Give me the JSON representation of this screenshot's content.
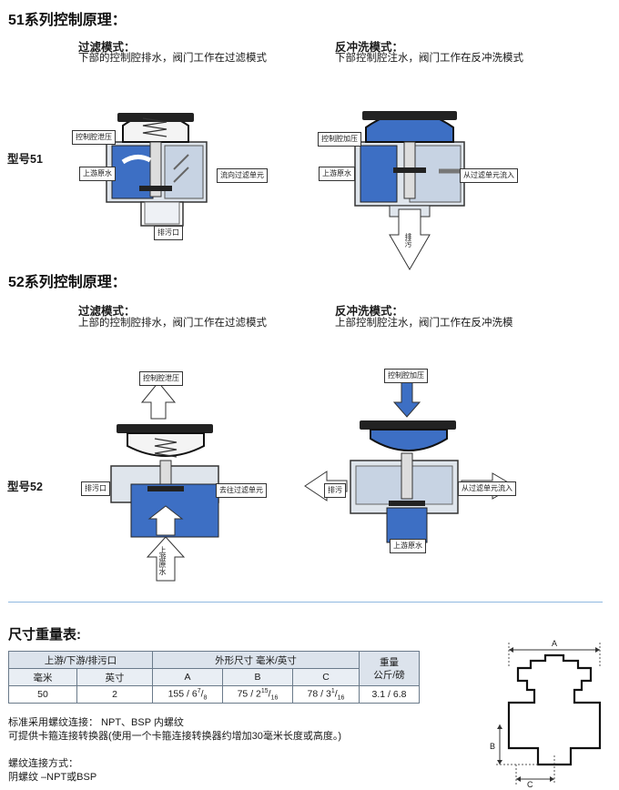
{
  "s51": {
    "title": "51系列控制原理：",
    "model": "型号51",
    "left": {
      "title": "过滤模式：",
      "desc": "下部的控制腔排水，阀门工作在过滤模式"
    },
    "right": {
      "title": "反冲洗模式：",
      "desc": "下部控制腔注水，阀门工作在反冲洗模式"
    },
    "labels": {
      "ctrl_release": "控制腔泄压",
      "upstream_l": "上游原水",
      "to_filter": "流向过滤单元",
      "drain_port": "排污口",
      "ctrl_pressure": "控制腔加压",
      "upstream_r": "上游原水",
      "from_filter": "从过滤单元流入",
      "drain": "排污"
    }
  },
  "s52": {
    "title": "52系列控制原理：",
    "model": "型号52",
    "left": {
      "title": "过滤模式：",
      "desc": "上部的控制腔排水，阀门工作在过滤模式"
    },
    "right": {
      "title": "反冲洗模式：",
      "desc": "上部控制腔注水，阀门工作在反冲洗模"
    },
    "labels": {
      "ctrl_release": "控制腔泄压",
      "drain_port": "排污口",
      "to_filter": "去往过滤单元",
      "upstream_l": "上游原水",
      "ctrl_pressure": "控制腔加压",
      "drain": "排污",
      "from_filter": "从过滤单元流入",
      "upstream_r": "上游原水"
    }
  },
  "table": {
    "title": "尺寸重量表:",
    "h1": "上游/下游/排污口",
    "h2": "外形尺寸 毫米/英寸",
    "h3": "重量",
    "h3b": "公斤/磅",
    "sub_mm": "毫米",
    "sub_in": "英寸",
    "sub_a": "A",
    "sub_b": "B",
    "sub_c": "C",
    "row": {
      "mm": "50",
      "inch": "2",
      "a_main": "155 / 6",
      "a_sup": "7",
      "a_sub": "8",
      "b_main": "75 / 2",
      "b_sup": "15",
      "b_sub": "16",
      "c_main": "78 / 3",
      "c_sup": "1",
      "c_sub": "16",
      "weight": "3.1 / 6.8"
    }
  },
  "notes": {
    "n1": "标准采用螺纹连接：  NPT、BSP 内螺纹",
    "n2": "可提供卡箍连接转换器(使用一个卡箍连接转换器约增加30毫米长度或高度。)",
    "n3": "螺纹连接方式：",
    "n4": "阴螺纹  –NPT或BSP"
  },
  "dim_drawing": {
    "a": "A",
    "b": "B",
    "c": "C"
  },
  "colors": {
    "water": "#3d6fc4",
    "light_water": "#c7d3e3",
    "body": "#dfe5ec",
    "divider": "#8fb8e0"
  }
}
